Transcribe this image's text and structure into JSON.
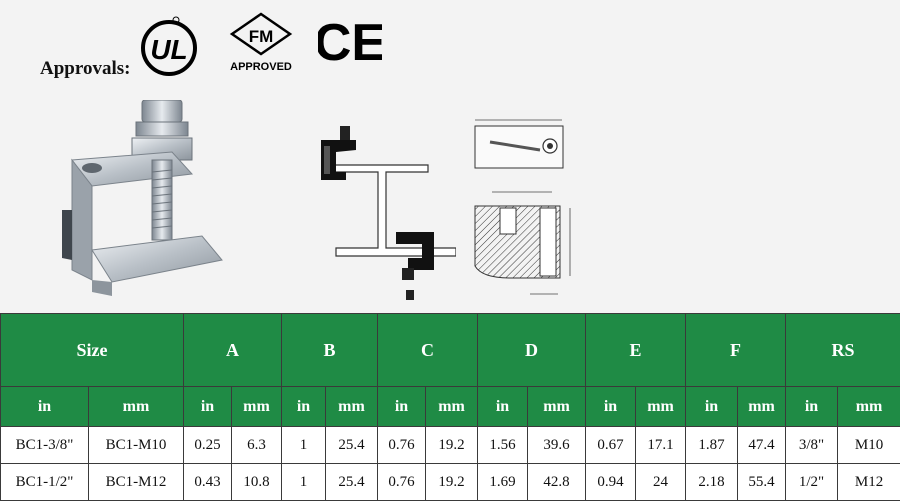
{
  "approvals": {
    "label": "Approvals:",
    "logos": [
      {
        "name": "ul-logo",
        "text": "UL"
      },
      {
        "name": "fm-approved-logo",
        "text": "FM",
        "subtext": "APPROVED"
      },
      {
        "name": "ce-mark",
        "text": "CE"
      }
    ]
  },
  "colors": {
    "header_green": "#1f8b45",
    "header_text": "#ffffff",
    "cell_bg": "#ffffff",
    "page_bg": "#f3f3f3"
  },
  "table": {
    "size_header": "Size",
    "group_headers": [
      "A",
      "B",
      "C",
      "D",
      "E",
      "F",
      "RS"
    ],
    "units": [
      "in",
      "mm",
      "in",
      "mm",
      "in",
      "mm",
      "in",
      "mm",
      "in",
      "mm",
      "in",
      "mm",
      "in",
      "mm",
      "in",
      "mm"
    ],
    "rows": [
      [
        "BC1-3/8\"",
        "BC1-M10",
        "0.25",
        "6.3",
        "1",
        "25.4",
        "0.76",
        "19.2",
        "1.56",
        "39.6",
        "0.67",
        "17.1",
        "1.87",
        "47.4",
        "3/8\"",
        "M10"
      ],
      [
        "BC1-1/2\"",
        "BC1-M12",
        "0.43",
        "10.8",
        "1",
        "25.4",
        "0.76",
        "19.2",
        "1.69",
        "42.8",
        "0.94",
        "24",
        "2.18",
        "55.4",
        "1/2\"",
        "M12"
      ]
    ]
  }
}
